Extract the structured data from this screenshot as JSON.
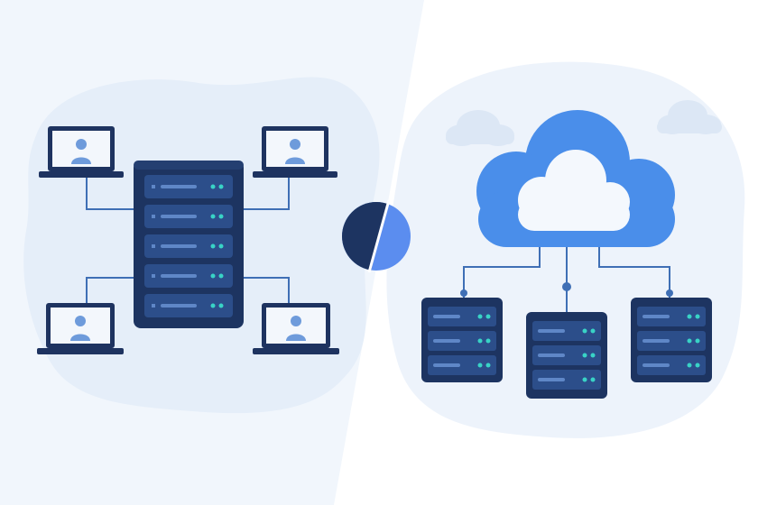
{
  "scene": {
    "left_panel": {
      "concept": "on-premise-server",
      "clients": 4
    },
    "right_panel": {
      "concept": "cloud-hosting",
      "servers": 3
    },
    "divider": "split-circle-icon"
  },
  "colors": {
    "background_left": "#EEF4FB",
    "background_right": "#FFFFFF",
    "blob": "#E4EEFA",
    "navy": "#1D3461",
    "navy_dark": "#142647",
    "server_slot": "#2C4E8A",
    "slot_line": "#5F87C7",
    "led": "#39D3C6",
    "wire": "#3F6FB5",
    "laptop_frame": "#1E3360",
    "laptop_screen": "#F3F7FC",
    "user_icon": "#6E9BDB",
    "cloud_outer": "#4A8EEA",
    "cloud_inner": "#F4F8FD",
    "small_cloud": "#DCE7F5",
    "split_dark": "#1D3461",
    "split_light": "#5B8DEF"
  }
}
